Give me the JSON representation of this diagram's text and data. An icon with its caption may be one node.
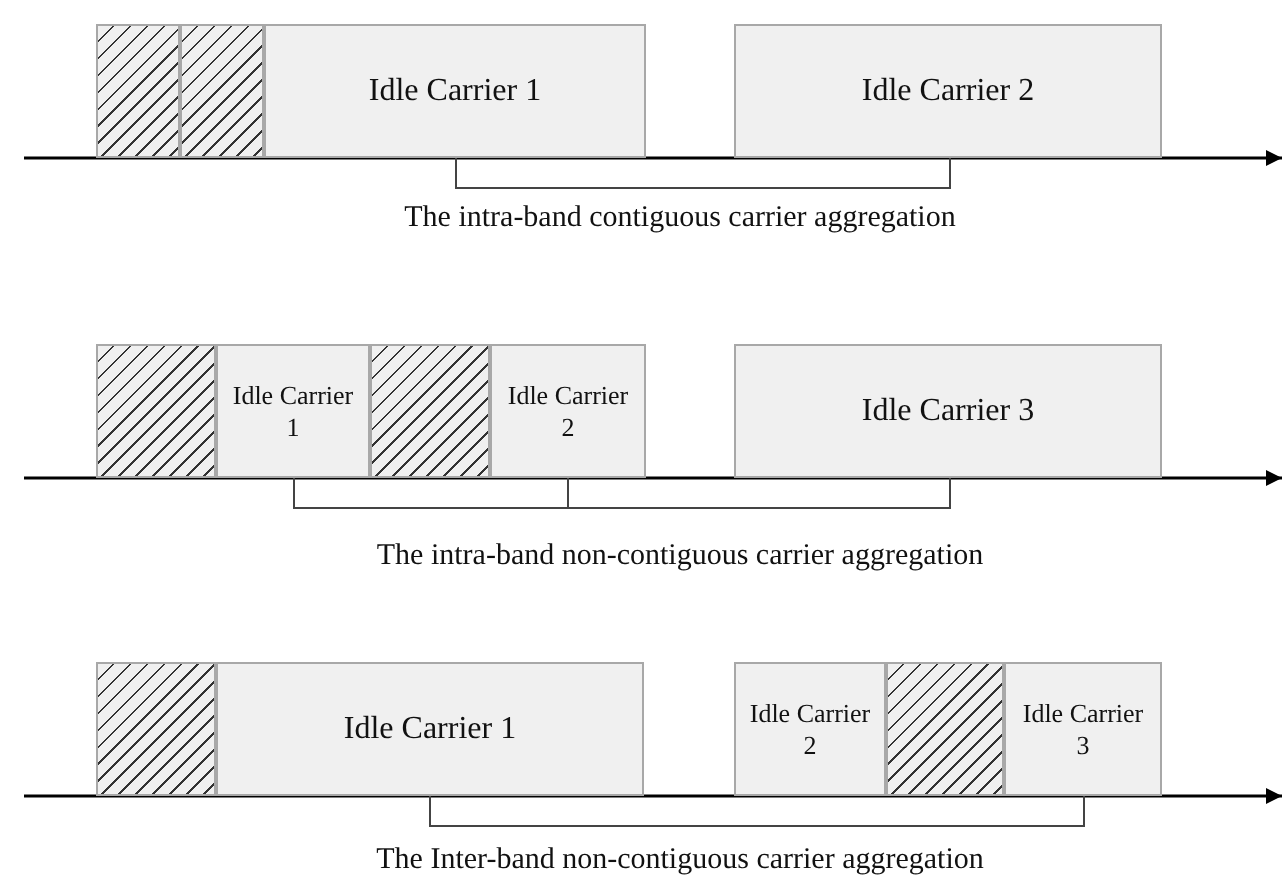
{
  "diagram": {
    "nodes": [
      {
        "text": [],
        "shape": "box"
      },
      {
        "text": [],
        "shape": "box"
      },
      {
        "text": [
          "Idle Carrier 1"
        ]
      },
      {
        "text": [
          "Idle Carrier 2"
        ]
      },
      {
        "text": [],
        "shape": "box"
      },
      {
        "text": [
          "Idle Carrier 1"
        ]
      },
      {
        "text": [],
        "shape": "box"
      },
      {
        "text": [
          "Idle Carrier 2"
        ]
      },
      {
        "text": [
          "Idle Carrier 3"
        ]
      },
      {
        "text": [],
        "shape": "box"
      },
      {
        "text": [
          "Idle Carrier 1"
        ]
      },
      {
        "text": [
          "Idle Carrier 2"
        ]
      },
      {
        "text": [],
        "shape": "box"
      },
      {
        "text": [
          "Idle Carrier 3"
        ]
      }
    ],
    "labels": [
      "The intra-band contiguous carrier aggregation",
      "The intra-band non-contiguous carrier aggregation",
      "The Inter-band non-contiguous carrier aggregation"
    ]
  }
}
